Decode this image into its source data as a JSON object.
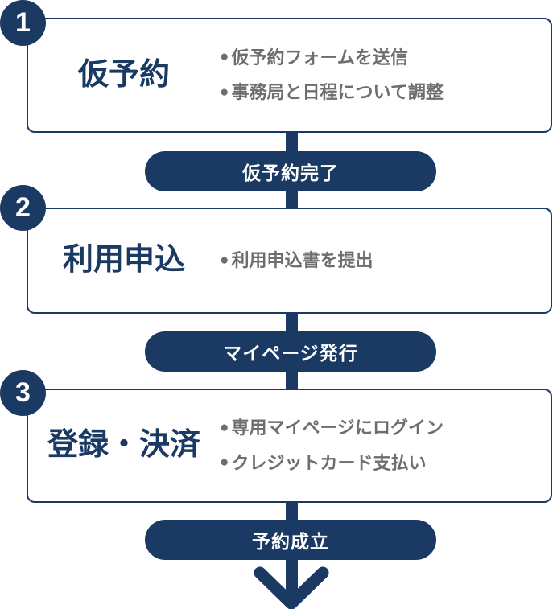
{
  "colors": {
    "navy": "#1a3a63",
    "gray_text": "#6e6e6e",
    "card_background": "#ffffff"
  },
  "bullet_glyph": "●",
  "steps": [
    {
      "number": "1",
      "title": "仮予約",
      "bullets": [
        "仮予約フォームを送信",
        "事務局と日程について調整"
      ],
      "pill": "仮予約完了"
    },
    {
      "number": "2",
      "title": "利用申込",
      "bullets": [
        "利用申込書を提出"
      ],
      "pill": "マイページ発行"
    },
    {
      "number": "3",
      "title": "登録・決済",
      "bullets": [
        "専用マイページにログイン",
        "クレジットカード支払い"
      ],
      "pill": "予約成立"
    }
  ]
}
